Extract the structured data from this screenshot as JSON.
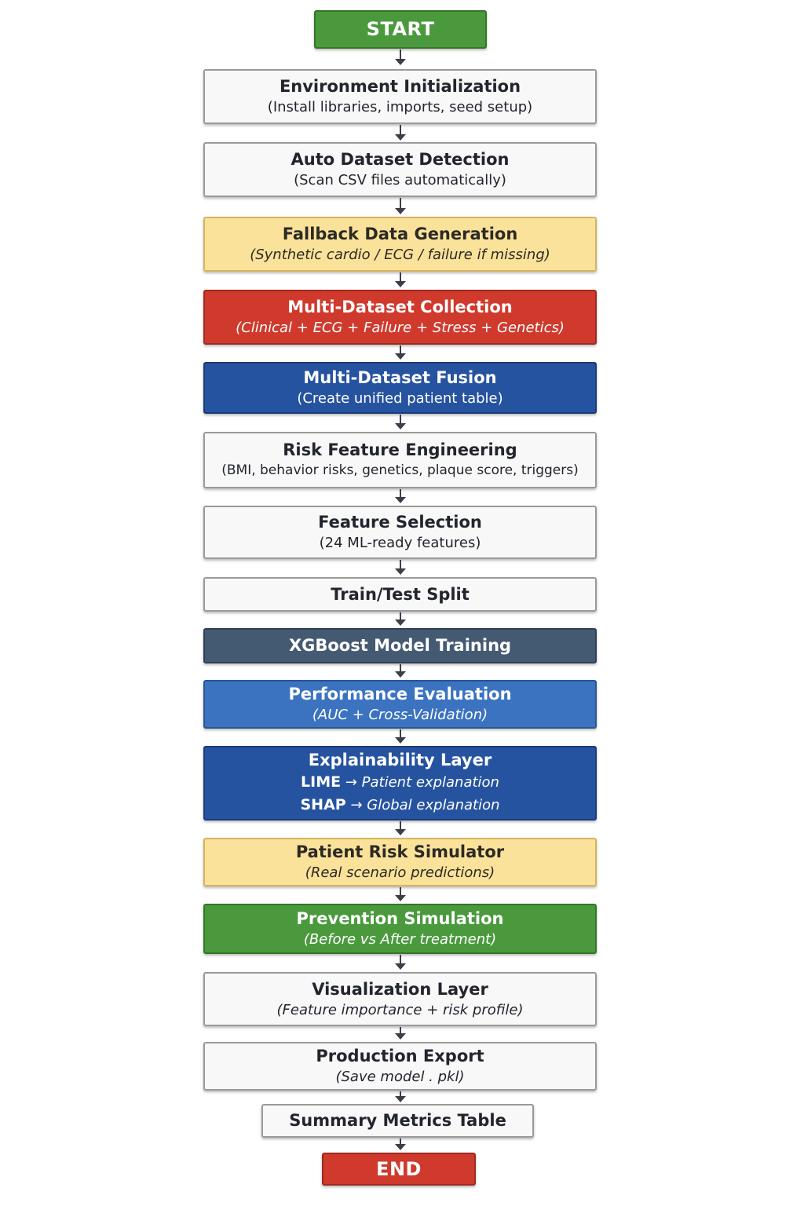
{
  "flowchart": {
    "start": "START",
    "end": "END",
    "steps": [
      {
        "title": "Environment Initialization",
        "subtitle": "(Install libraries, imports, seed setup)"
      },
      {
        "title": "Auto Dataset Detection",
        "subtitle": "(Scan CSV files automatically)"
      },
      {
        "title": "Fallback Data Generation",
        "subtitle": "(Synthetic cardio / ECG / failure if missing)"
      },
      {
        "title": "Multi-Dataset Collection",
        "subtitle": "(Clinical + ECG + Failure + Stress + Genetics)"
      },
      {
        "title": "Multi-Dataset Fusion",
        "subtitle": "(Create unified patient table)"
      },
      {
        "title": "Risk Feature Engineering",
        "subtitle": "(BMI, behavior risks, genetics, plaque score, triggers)"
      },
      {
        "title": "Feature Selection",
        "subtitle": "(24 ML-ready features)"
      },
      {
        "title": "Train/Test Split"
      },
      {
        "title": "XGBoost Model Training"
      },
      {
        "title": "Performance Evaluation",
        "subtitle": "(AUC + Cross-Validation)"
      },
      {
        "title": "Explainability Layer",
        "lines": [
          {
            "key": "LIME",
            "arrow": "→",
            "value": "Patient explanation"
          },
          {
            "key": "SHAP",
            "arrow": "→",
            "value": "Global explanation"
          }
        ]
      },
      {
        "title": "Patient Risk Simulator",
        "subtitle": "(Real scenario predictions)"
      },
      {
        "title": "Prevention Simulation",
        "subtitle": "(Before vs After treatment)"
      },
      {
        "title": "Visualization Layer",
        "subtitle": "(Feature importance + risk profile)"
      },
      {
        "title": "Production Export",
        "subtitle": "(Save model . pkl)"
      },
      {
        "title": "Summary Metrics Table"
      }
    ]
  },
  "colors": {
    "start": "#4a9a3d",
    "end": "#cf3a2d",
    "white": "#f8f8f8",
    "yellow": "#fbe29a",
    "red": "#cf3a2d",
    "blue": "#2653a0",
    "slate": "#445a72",
    "midblue": "#3b73c0",
    "green": "#4a9a3d",
    "arrow": "#3c3f4a"
  }
}
